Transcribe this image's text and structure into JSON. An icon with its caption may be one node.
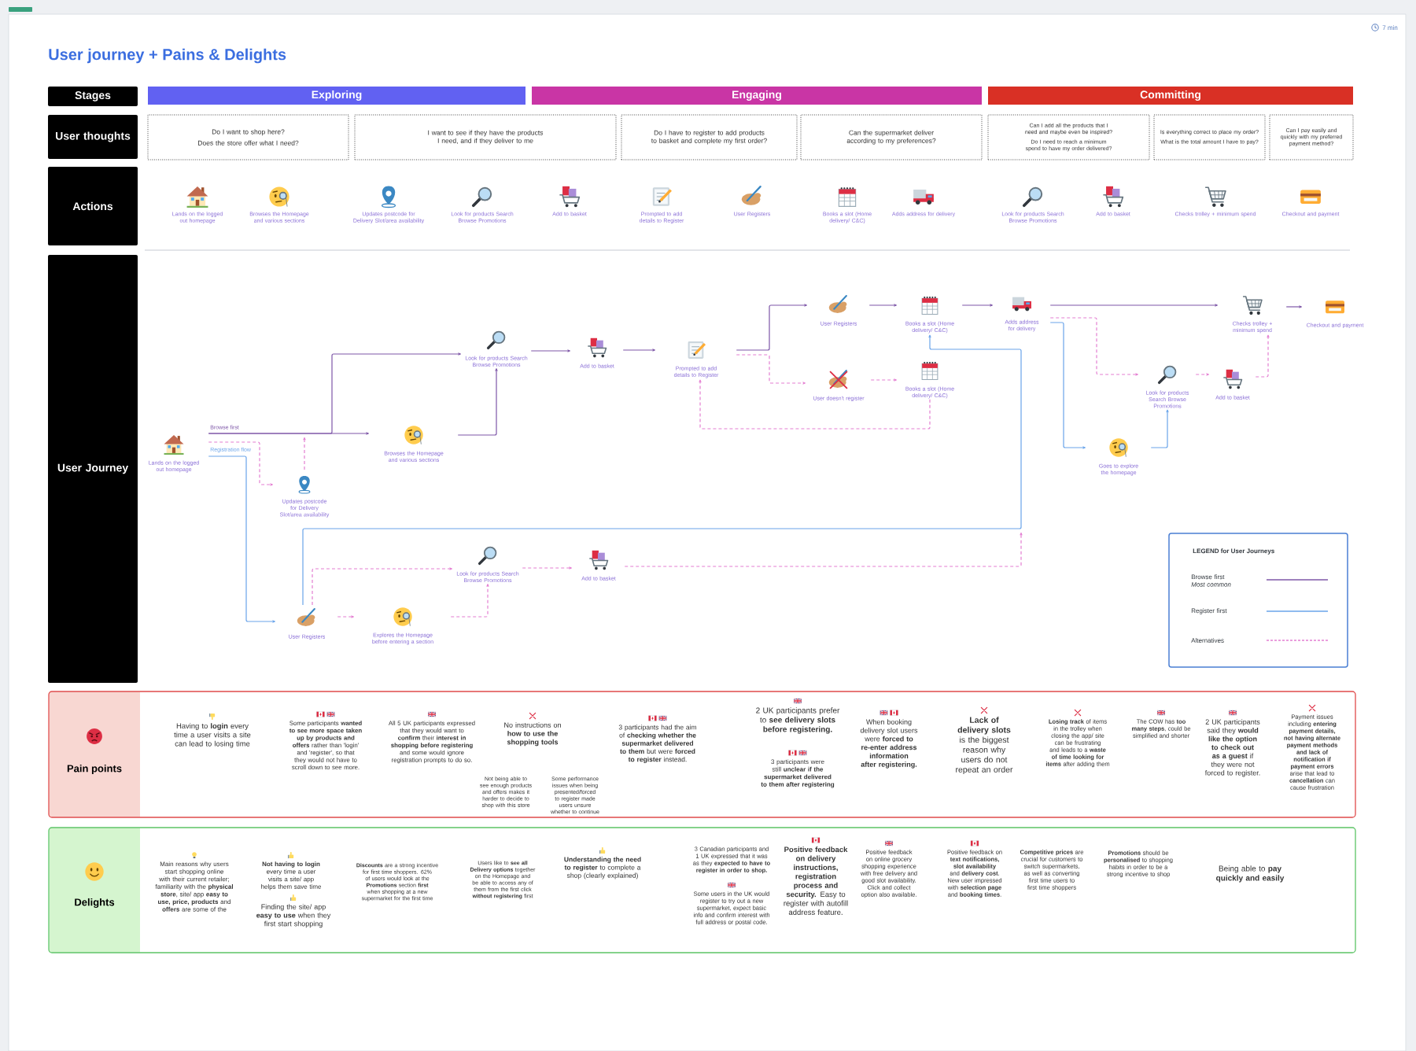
{
  "diagram": {
    "title": "User journey + Pains & Delights",
    "nodes": [
      {
        "text": [
          "Stages"
        ]
      },
      {
        "text": [
          "Exploring"
        ]
      },
      {
        "text": [
          "Engaging"
        ]
      },
      {
        "text": [
          "Committing"
        ]
      },
      {
        "text": [
          "User thoughts"
        ]
      },
      {
        "text": [
          "Do I want to shop here?",
          "Does the store offer what I need?"
        ]
      },
      {
        "text": [
          "I want to see if they have the products I need, and if they deliver to me"
        ]
      },
      {
        "text": [
          "Do I have to register to add products to basket and complete my first order?"
        ]
      },
      {
        "text": [
          "Can the supermarket deliver according to my preferences?"
        ]
      },
      {
        "text": [
          "Can I add all the products that I need and maybe even be inspired?",
          "Do I need to reach a minimum spend to have my order delivered?"
        ]
      },
      {
        "text": [
          "Is everything correct to place my order?",
          "What is the total amount I have to pay?"
        ]
      },
      {
        "text": [
          "Can I pay easily and quickly with my preferred payment method?"
        ]
      },
      {
        "text": [
          "Actions"
        ]
      },
      {
        "text": [
          "User Journey"
        ]
      },
      {
        "text": [
          "Lands on the logged out homepage"
        ]
      },
      {
        "text": [
          "Updates postcode for Delivery Slot/area availability"
        ]
      },
      {
        "text": [
          "Browses the Homepage and various sections"
        ]
      },
      {
        "text": [
          "Look for products Search Browse Promotions"
        ]
      },
      {
        "text": [
          "Add to basket"
        ]
      },
      {
        "text": [
          "Prompted to add details to Register"
        ]
      },
      {
        "text": [
          "User Registers"
        ]
      },
      {
        "text": [
          "User doesn't register"
        ]
      },
      {
        "text": [
          "Books a slot (Home delivery/ C&C)"
        ]
      },
      {
        "text": [
          "Books a slot (Home delivery/ C&C)"
        ]
      },
      {
        "text": [
          "Adds address for delivery"
        ]
      },
      {
        "text": [
          "Checks trolley + minimum spend"
        ]
      },
      {
        "text": [
          "Checkout and payment"
        ]
      },
      {
        "text": [
          "Look for products Search Browse Promotions"
        ]
      },
      {
        "text": [
          "Add to basket"
        ]
      },
      {
        "text": [
          "Goes to explore the homepage"
        ]
      },
      {
        "text": [
          "User Registers"
        ]
      },
      {
        "text": [
          "Explores the Homepage before entering a section"
        ]
      },
      {
        "text": [
          "Look for products Search Browse Promotions"
        ]
      },
      {
        "text": [
          "Add to basket"
        ]
      },
      {
        "text": [
          "Pain points"
        ]
      },
      {
        "text": [
          "Delights"
        ]
      }
    ],
    "edges": [
      {
        "from": 14,
        "to": 16,
        "arrow": "to",
        "color": "#7e57a8",
        "label": "Browse first"
      },
      {
        "from": 14,
        "to": 17,
        "arrow": "to",
        "color": "#7e57a8"
      },
      {
        "from": 16,
        "to": 17,
        "arrow": "to",
        "color": "#7e57a8"
      },
      {
        "from": 17,
        "to": 18,
        "arrow": "to",
        "color": "#7e57a8"
      },
      {
        "from": 18,
        "to": 19,
        "arrow": "to",
        "color": "#7e57a8"
      },
      {
        "from": 19,
        "to": 20,
        "arrow": "to",
        "color": "#7e57a8"
      },
      {
        "from": 20,
        "to": 22,
        "arrow": "to",
        "color": "#7e57a8"
      },
      {
        "from": 22,
        "to": 24,
        "arrow": "to",
        "color": "#7e57a8"
      },
      {
        "from": 24,
        "to": 25,
        "arrow": "to",
        "color": "#7e57a8"
      },
      {
        "from": 25,
        "to": 26,
        "arrow": "to",
        "color": "#7e57a8"
      },
      {
        "from": 14,
        "to": 15,
        "arrow": "to",
        "style": "dashed"
      },
      {
        "from": 15,
        "to": null,
        "arrow": "to",
        "style": "dashed"
      },
      {
        "from": 19,
        "to": 21,
        "arrow": "to",
        "style": "dashed"
      },
      {
        "from": 21,
        "to": 23,
        "arrow": "to",
        "style": "dashed"
      },
      {
        "from": 23,
        "to": 19,
        "arrow": "to",
        "style": "dashed"
      },
      {
        "from": 24,
        "to": 27,
        "arrow": "to",
        "style": "dashed"
      },
      {
        "from": 27,
        "to": 28,
        "arrow": "to",
        "style": "dashed"
      },
      {
        "from": 28,
        "to": 25,
        "arrow": "to",
        "style": "dashed"
      },
      {
        "from": 30,
        "to": 31,
        "arrow": "to",
        "style": "dashed"
      },
      {
        "from": 31,
        "to": 32,
        "arrow": "to",
        "style": "dashed"
      },
      {
        "from": 30,
        "to": 32,
        "arrow": "to",
        "style": "dashed"
      },
      {
        "from": 32,
        "to": 33,
        "arrow": "to",
        "style": "dashed"
      },
      {
        "from": 33,
        "to": null,
        "arrow": "to",
        "style": "dashed"
      },
      {
        "from": 14,
        "to": 30,
        "arrow": "to",
        "color": "#6aa4ea",
        "label": "Registration flow"
      },
      {
        "from": 30,
        "to": 22,
        "arrow": "to",
        "color": "#6aa4ea"
      },
      {
        "from": 24,
        "to": 29,
        "arrow": "to",
        "color": "#6aa4ea"
      },
      {
        "from": 29,
        "to": 27,
        "arrow": "to",
        "color": "#6aa4ea"
      }
    ],
    "labels": [
      "7 min",
      "Lands on the logged out homepage",
      "Browses the Homepage and various sections",
      "Updates postcode for Delivery Slot/area availability",
      "Look for products Search Browse Promotions",
      "Add to basket",
      "Prompted to add details to Register",
      "User Registers",
      "Books a slot (Home delivery/ C&C)",
      "Adds address for delivery",
      "Look for products Search Browse Promotions",
      "Add to basket",
      "Checks trolley + minimum spend",
      "Checkout and payment",
      "LEGEND for User Journeys",
      "Having to **login** every time a user visits a site can lead to losing time",
      "Some participants **wanted to see more space taken up by products and offers** rather than 'login' and 'register', so that they would not have to scroll down to see more.",
      "All 5 UK participants expressed that they would want to **confirm** their **interest in shopping before registering** and some would ignore registration prompts to do so.",
      "No instructions on **how to use the shopping tools**",
      "Not being able to see enough products and offers makes it harder to decide to shop with this store",
      "Some performance issues when being presented/forced to register made users unsure whether to continue",
      "3 participants had the aim of **checking whether the supermarket delivered to them** but were **forced to register** instead.",
      "2 UK participants prefer to **see delivery slots before registering.**",
      "3 participants were still **unclear if the supermarket delivered to them after registering**",
      "When booking delivery slot users were **forced to re-enter address information after registering.**",
      "**Lack of delivery slots** is the biggest reason why users do not repeat an order",
      "**Losing track** of items in the trolley when closing the app/ site can be frustrating and leads to a **waste of time looking for items** after adding them",
      "The COW has **too many steps**, could be simplified and shorter",
      "2 UK participants said they **would like the option to check out as a guest** if they were not forced to register.",
      "Payment issues including **entering payment details, not having alternate payment methods and lack of notification if payment errors** arise that lead to **cancellation** can cause frustration",
      "Main reasons why users start shopping online with their current retailer; familiarity with the **physical store**, site/ app **easy to use, price, products** and **offers** are some of the",
      "**Not having to login** every time a user visits a site/ app helps them save time",
      "Finding the site/ app **easy to use** when they first start shopping",
      "**Discounts** are a strong incentive for first time shoppers. 62% of users would look at the **Promotions** section **first** when shopping at a new supermarket for the first time",
      "Users like to **see all Delivery options** together on the Homepage and be able to access any of them from the first click **without registering** first",
      "**Understanding the need to register** to complete a shop (clearly explained)",
      "3 Canadian participants and 1 UK expressed that it was as they **expected to have to register in order to shop.**",
      "Some users in the UK would register to try out a new supermarket, expect basic info and confirm interest with full address or postal code.",
      "**Positive feedback on delivery instructions, registration process and security.** Easy to register with autofill address feature.",
      "Positive feedback on online grocery shopping experience with free delivery and good slot availability. Click and collect option also available.",
      "Positive feedback on **text notifications, slot availability** and **delivery cost**. New user impressed with **selection page** and **booking times**.",
      "**Competitive prices** are crucial for customers to switch supermarkets, as well as converting first time users to first time shoppers",
      "**Promotions** should be **personalised** to shopping habits in order to be a strong incentive to shop",
      "Being able to **pay quickly and easily**"
    ],
    "legend": [
      {
        "text": "Browse first *Most common*"
      },
      {
        "text": "Register first"
      },
      {
        "text": "Alternatives"
      }
    ]
  }
}
